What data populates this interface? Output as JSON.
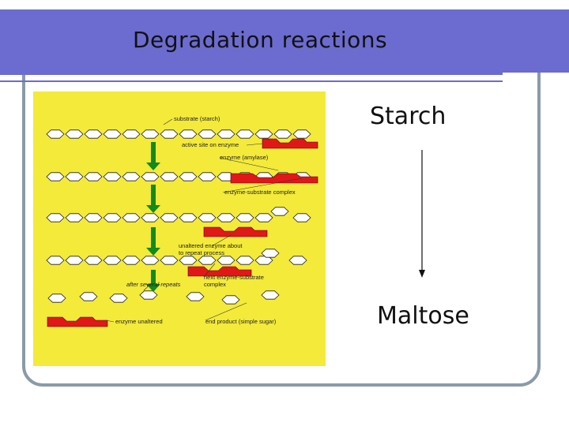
{
  "slide": {
    "title": "Degradation reactions",
    "labels": {
      "top": "Starch",
      "bottom": "Maltose"
    }
  },
  "figure": {
    "labels": [
      "substrate (starch)",
      "active site on enzyme",
      "enzyme (amylase)",
      "enzyme-substrate complex",
      "unaltered enzyme about",
      "to repeat process",
      "next enzyme-substrate",
      "complex",
      "after several repeats",
      "enzyme unaltered",
      "end product (simple sugar)"
    ],
    "colors": {
      "background": "#f3ea3a",
      "enzyme": "#e0181a",
      "arrow": "#138a1c"
    }
  }
}
